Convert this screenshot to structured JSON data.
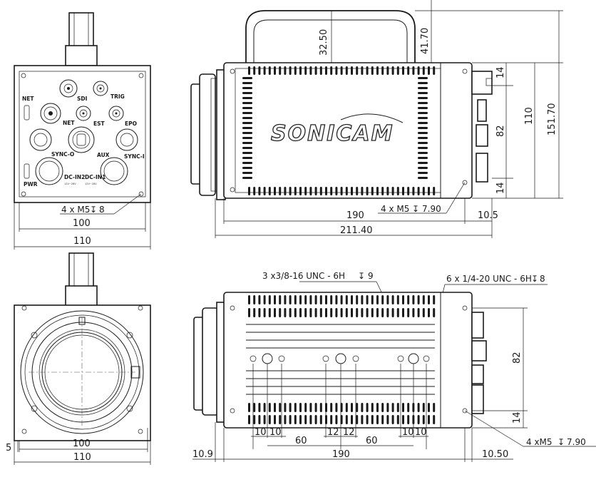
{
  "brand": "SONICAM",
  "front_view": {
    "connectors": {
      "net": "NET",
      "sdi": "SDI",
      "trig": "TRIG",
      "net2": "NET",
      "est": "EST",
      "epo": "EPO",
      "sync_o": "SYNC-O",
      "aux": "AUX",
      "sync_i": "SYNC-I",
      "dc_in2": "DC-IN2",
      "dc_in1": "DC-IN1",
      "pwr": "PWR",
      "volt1": "12V~28V",
      "volt2": "12V~28V"
    },
    "hole_note": "4 x M5",
    "hole_depth": "8",
    "width_inner": "100",
    "width_outer": "110"
  },
  "side_view": {
    "handle_height": "32.50",
    "handle_top": "41.70",
    "right_top": "14",
    "right_mid": "82",
    "right_bottom": "14",
    "height_110": "110",
    "height_total": "151.70",
    "hole_note": "4 x M5",
    "hole_depth": "7.90",
    "length_body": "190",
    "length_rear": "10.5",
    "length_total": "211.40"
  },
  "lens_view": {
    "width_inner": "100",
    "width_outer": "110",
    "offset": "5"
  },
  "bottom_view": {
    "note_large": "3 x3/8-16 UNC - 6H",
    "note_large_depth": "9",
    "note_small": "6 x 1/4-20 UNC - 6H",
    "note_small_depth": "8",
    "height_82": "82",
    "height_14": "14",
    "hole_note": "4 xM5",
    "hole_depth": "7.90",
    "d10a": "10",
    "d10b": "10",
    "d12a": "12",
    "d12b": "12",
    "d10c": "10",
    "d10d": "10",
    "d60a": "60",
    "d60b": "60",
    "front_offset": "10.9",
    "length_body": "190",
    "rear_offset": "10.50"
  }
}
